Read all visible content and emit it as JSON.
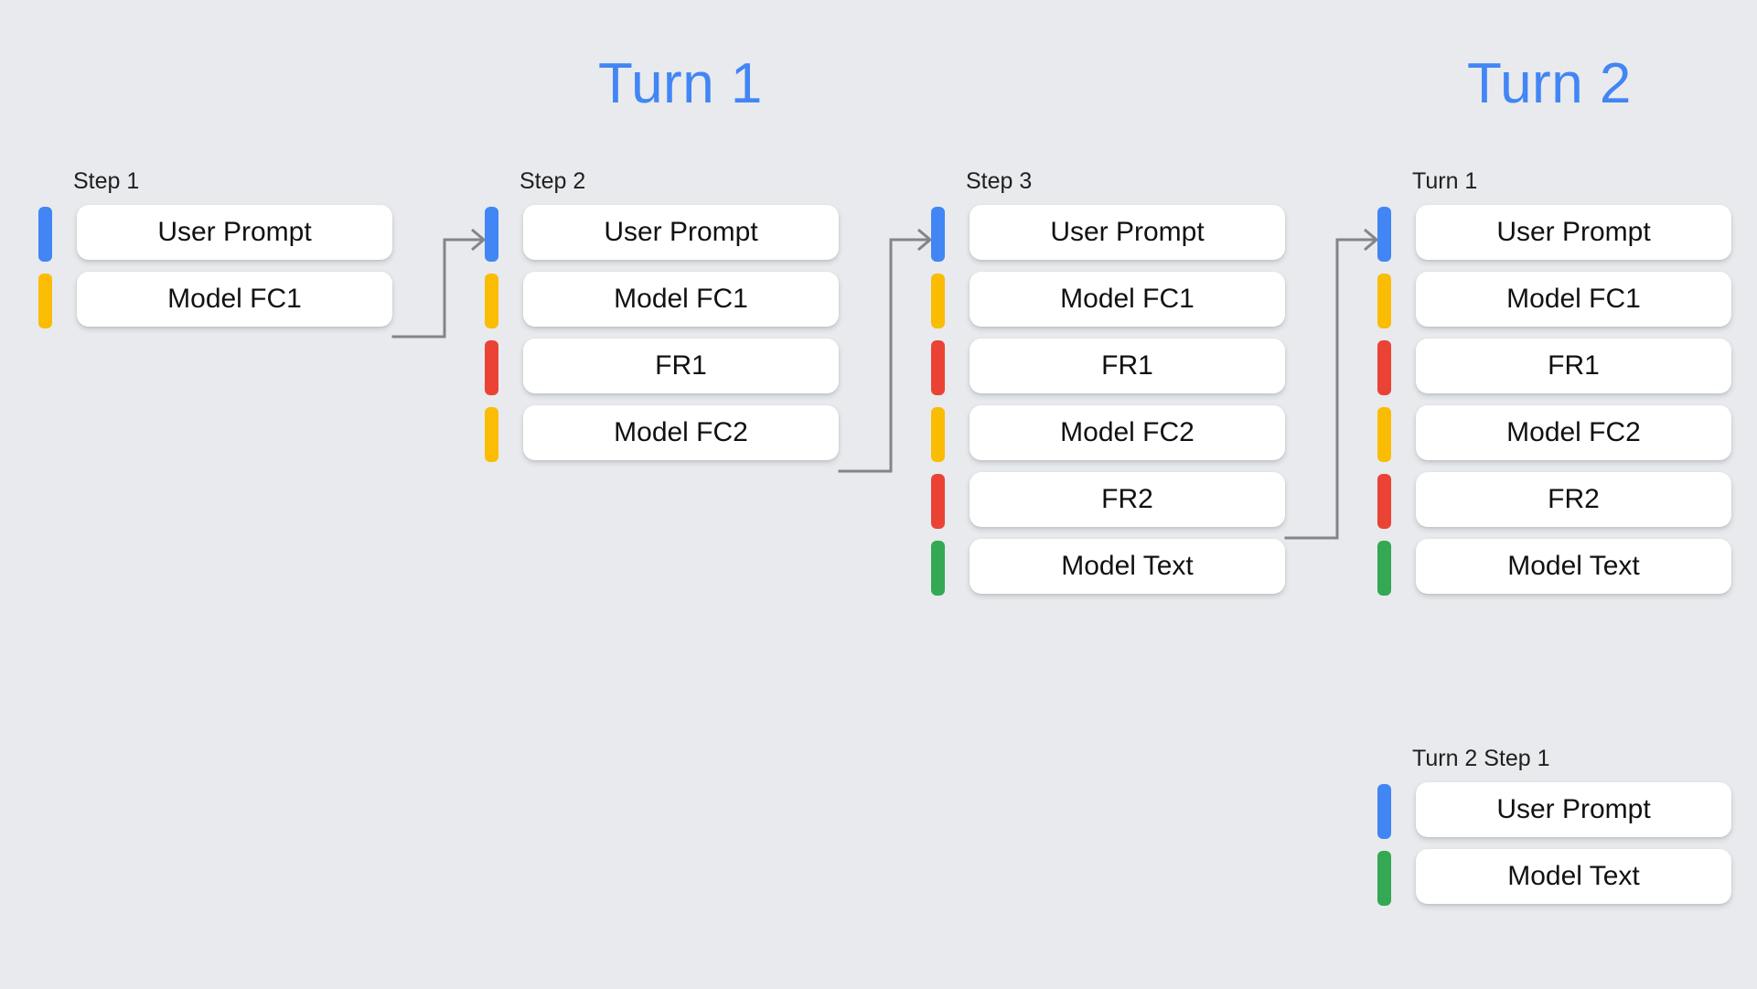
{
  "background_color": "#e8eaed",
  "banners": [
    {
      "label": "Turn 1",
      "color": "#4285f4"
    },
    {
      "label": "Turn 2",
      "color": "#4285f4"
    }
  ],
  "palette": {
    "user_prompt": "#4285f4",
    "model_fc": "#fbbc04",
    "function_response": "#ea4335",
    "model_text": "#34a853",
    "card_bg": "#ffffff",
    "connector": "#80868b",
    "text": "#111111"
  },
  "columns": [
    {
      "id": "step1",
      "label": "Step 1",
      "rows": [
        {
          "label": "User Prompt",
          "kind": "user_prompt",
          "color": "#4285f4"
        },
        {
          "label": "Model FC1",
          "kind": "model_fc",
          "color": "#fbbc04"
        }
      ]
    },
    {
      "id": "step2",
      "label": "Step 2",
      "rows": [
        {
          "label": "User Prompt",
          "kind": "user_prompt",
          "color": "#4285f4"
        },
        {
          "label": "Model FC1",
          "kind": "model_fc",
          "color": "#fbbc04"
        },
        {
          "label": "FR1",
          "kind": "function_response",
          "color": "#ea4335"
        },
        {
          "label": "Model FC2",
          "kind": "model_fc",
          "color": "#fbbc04"
        }
      ]
    },
    {
      "id": "step3",
      "label": "Step 3",
      "rows": [
        {
          "label": "User Prompt",
          "kind": "user_prompt",
          "color": "#4285f4"
        },
        {
          "label": "Model FC1",
          "kind": "model_fc",
          "color": "#fbbc04"
        },
        {
          "label": "FR1",
          "kind": "function_response",
          "color": "#ea4335"
        },
        {
          "label": "Model FC2",
          "kind": "model_fc",
          "color": "#fbbc04"
        },
        {
          "label": "FR2",
          "kind": "function_response",
          "color": "#ea4335"
        },
        {
          "label": "Model Text",
          "kind": "model_text",
          "color": "#34a853"
        }
      ]
    },
    {
      "id": "turn1",
      "label": "Turn 1",
      "rows": [
        {
          "label": "User Prompt",
          "kind": "user_prompt",
          "color": "#4285f4"
        },
        {
          "label": "Model FC1",
          "kind": "model_fc",
          "color": "#fbbc04"
        },
        {
          "label": "FR1",
          "kind": "function_response",
          "color": "#ea4335"
        },
        {
          "label": "Model FC2",
          "kind": "model_fc",
          "color": "#fbbc04"
        },
        {
          "label": "FR2",
          "kind": "function_response",
          "color": "#ea4335"
        },
        {
          "label": "Model Text",
          "kind": "model_text",
          "color": "#34a853"
        }
      ]
    },
    {
      "id": "turn2s1",
      "label": "Turn 2 Step 1",
      "rows": [
        {
          "label": "User Prompt",
          "kind": "user_prompt",
          "color": "#4285f4"
        },
        {
          "label": "Model Text",
          "kind": "model_text",
          "color": "#34a853"
        }
      ]
    }
  ],
  "connectors": [
    {
      "id": "step1-to-step2",
      "from": "step1.Model FC1",
      "to": "step2.User Prompt"
    },
    {
      "id": "step2-to-step3",
      "from": "step2.Model FC2",
      "to": "step3.User Prompt"
    },
    {
      "id": "step3-to-turn1",
      "from": "step3.FR2",
      "to": "turn1.User Prompt"
    }
  ]
}
